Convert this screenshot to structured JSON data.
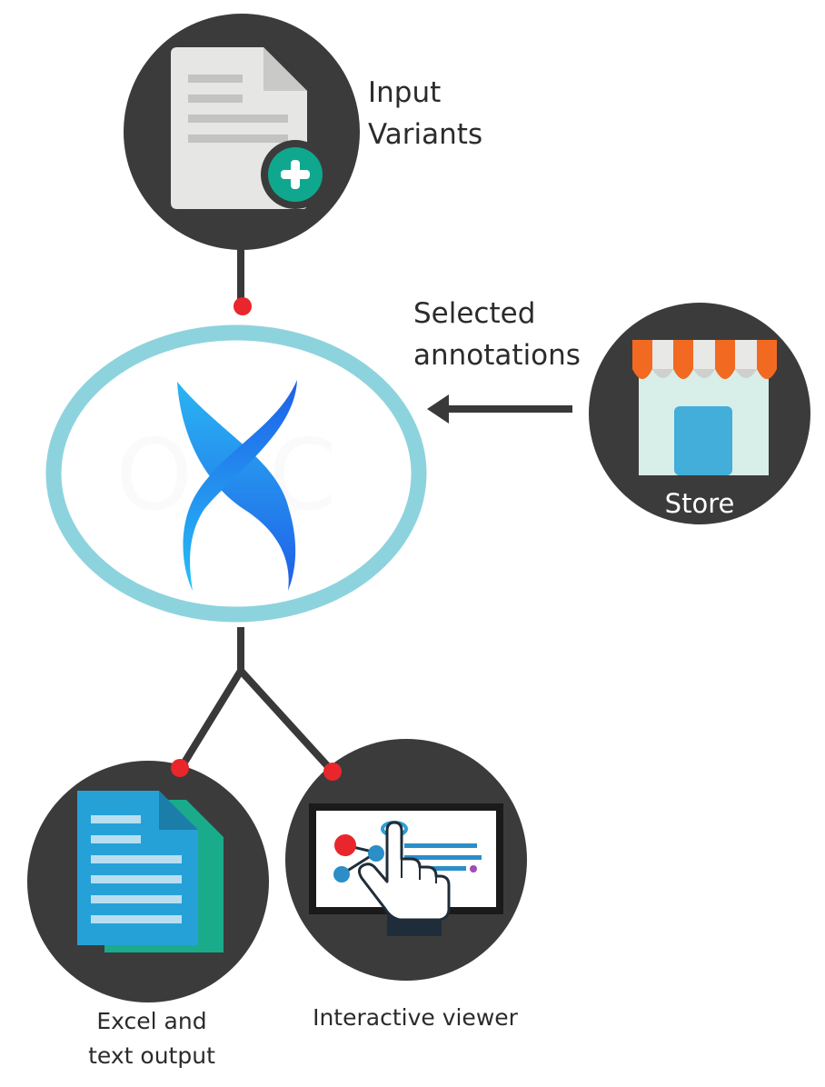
{
  "labels": {
    "input": [
      "Input",
      "Variants"
    ],
    "annotations": [
      "Selected",
      "annotations"
    ],
    "store": "Store",
    "excel": [
      "Excel and",
      "text output"
    ],
    "viewer": "Interactive viewer"
  },
  "colors": {
    "node_dark": "#3c3b3b",
    "ring": "#8dd3de",
    "connector": "#3a3939",
    "dot": "#e8262c",
    "teal": "#0fa88e",
    "doc_gray": "#e6e6e4",
    "awning_orange": "#f26a22",
    "store_blue": "#42aed9",
    "file_blue": "#26a1d8",
    "file_green": "#1aab8b"
  },
  "icons": {
    "input": "document-plus-icon",
    "store": "store-icon",
    "excel": "file-stack-icon",
    "viewer": "monitor-pointer-icon",
    "center": "dna-helix-logo",
    "arrow": "arrow-left-icon"
  }
}
